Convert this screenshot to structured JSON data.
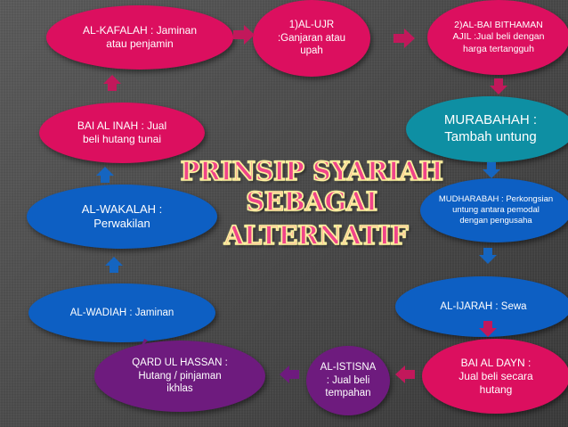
{
  "title": {
    "line1": "PRINSIP SYARIAH SEBAGAI",
    "line2": "ALTERNATIF"
  },
  "nodes": {
    "al_kafalah": "AL-KAFALAH : Jaminan\natau penjamin",
    "al_ujr": "1)AL-UJR\n:Ganjaran atau\nupah",
    "bai_bithaman": "2)AL-BAI BITHAMAN\nAJIL :Jual beli dengan\nharga tertangguh",
    "bai_al_inah": "BAI AL INAH : Jual\nbeli hutang tunai",
    "murabahah": "MURABAHAH :\nTambah untung",
    "mudharabah": "MUDHARABAH : Perkongsian\nuntung antara pemodal\ndengan pengusaha",
    "al_wakalah": "AL-WAKALAH :\nPerwakilan",
    "al_ijarah": "AL-IJARAH : Sewa",
    "al_wadiah": "AL-WADIAH : Jaminan",
    "qard_ul_hassan": "QARD UL HASSAN :\nHutang / pinjaman\nikhlas",
    "al_istisna": "AL-ISTISNA\n: Jual beli\ntempahan",
    "bai_al_dayn": "BAI AL DAYN :\nJual beli secara\nhutang"
  },
  "colors": {
    "magenta": "#dc0f5f",
    "purple": "#6e1b7e",
    "blue": "#0d5fc3",
    "teal": "#0e8fa3",
    "arrow_magenta": "#c2185b",
    "arrow_blue": "#1565c0",
    "title_fill": "#f0448a",
    "title_outline": "#fff4a0"
  }
}
